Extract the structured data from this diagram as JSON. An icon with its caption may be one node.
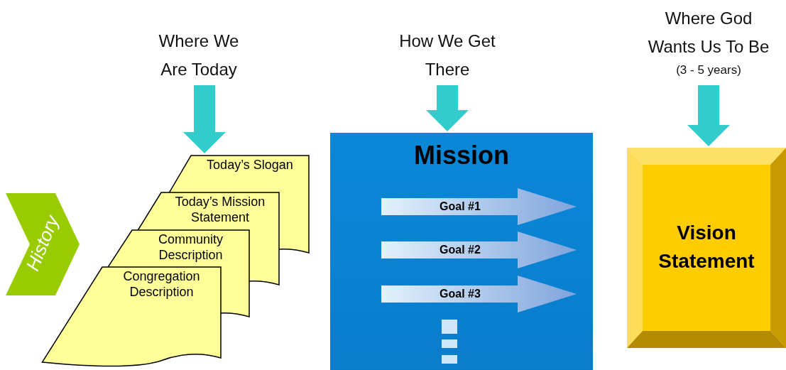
{
  "diagram": {
    "nodes": [
      {
        "text": [
          "Where We Are Today"
        ]
      },
      {
        "text": [
          "How We Get There"
        ]
      },
      {
        "text": [
          "Where God Wants Us To Be",
          "(3 - 5 years)"
        ]
      },
      {
        "text": [
          "History"
        ]
      },
      {
        "text": [
          "Today’s Slogan"
        ]
      },
      {
        "text": [
          "Today’s Mission Statement"
        ]
      },
      {
        "text": [
          "Community Description"
        ]
      },
      {
        "text": [
          "Congregation Description"
        ]
      },
      {
        "text": [
          "Mission"
        ]
      },
      {
        "text": [
          "Goal #1"
        ],
        "in": 8
      },
      {
        "text": [
          "Goal #2"
        ],
        "in": 8
      },
      {
        "text": [
          "Goal #3"
        ],
        "in": 8
      },
      {
        "text": [
          "Vision Statement"
        ]
      }
    ],
    "edges": [
      {
        "from": 0,
        "to": 4,
        "arrow": "to"
      },
      {
        "from": 1,
        "to": 8,
        "arrow": "to"
      },
      {
        "from": 2,
        "to": 12,
        "arrow": "to"
      }
    ]
  }
}
